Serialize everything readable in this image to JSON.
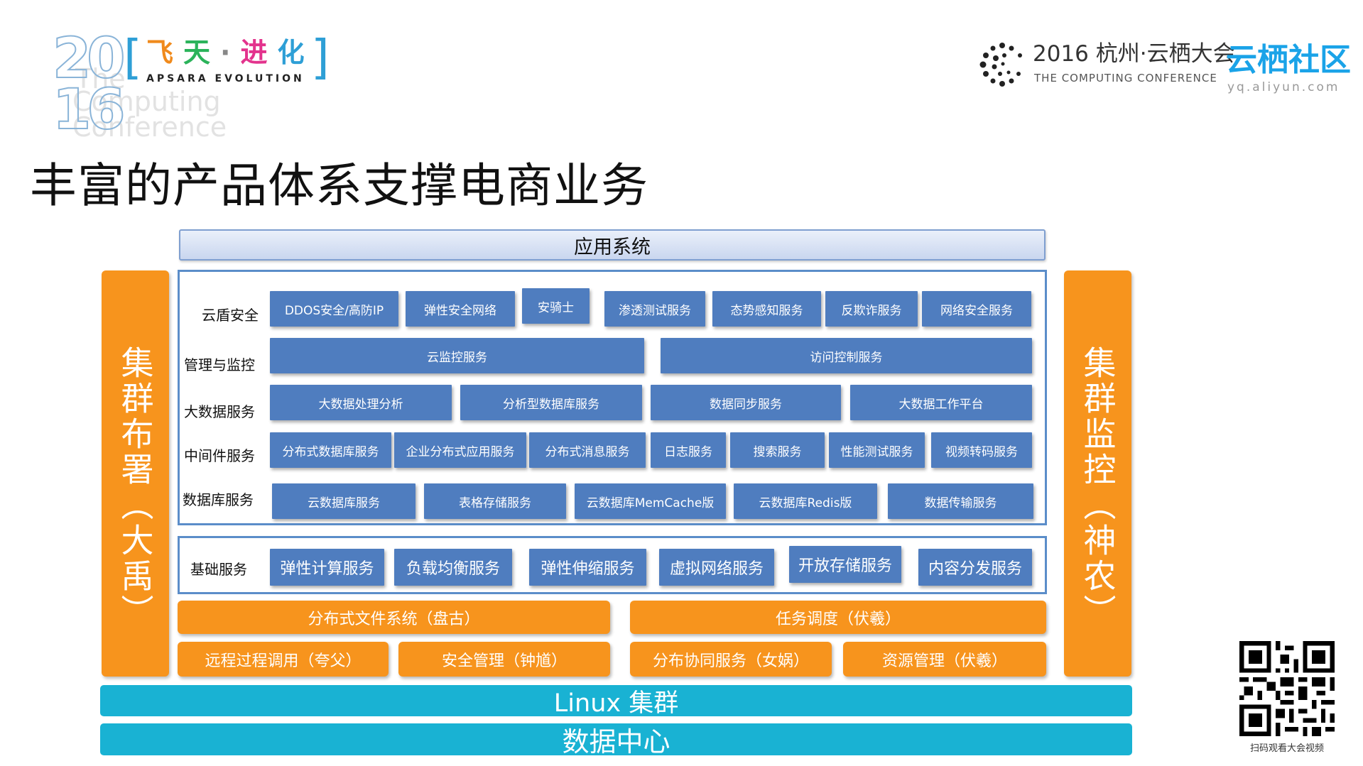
{
  "header": {
    "left_logo": {
      "year_top": "20",
      "year_bottom": "16",
      "ghost_text": [
        "The",
        "Computing",
        "Conference"
      ],
      "slogan_cn": "飞天·进化",
      "slogan_en": "APSARA EVOLUTION",
      "colors": [
        "#f08a1c",
        "#2bb35a",
        "#e3338d",
        "#2e9fd6"
      ]
    },
    "right_logo": {
      "conference_cn": "2016 杭州·云栖大会",
      "conference_en": "THE COMPUTING CONFERENCE",
      "community_cn": "云栖社区",
      "community_url": "yq.aliyun.com"
    }
  },
  "title": "丰富的产品体系支撑电商业务",
  "diagram": {
    "app_layer": "应用系统",
    "left_side": "集群布署（大禹）",
    "right_side": "集群监控（神农）",
    "upper_rows": [
      {
        "label": "云盾安全",
        "items": [
          "DDOS安全/高防IP",
          "弹性安全网络",
          "安骑士",
          "渗透测试服务",
          "态势感知服务",
          "反欺诈服务",
          "网络安全服务"
        ]
      },
      {
        "label": "管理与监控",
        "items": [
          "云监控服务",
          "访问控制服务"
        ]
      },
      {
        "label": "大数据服务",
        "items": [
          "大数据处理分析",
          "分析型数据库服务",
          "数据同步服务",
          "大数据工作平台"
        ]
      },
      {
        "label": "中间件服务",
        "items": [
          "分布式数据库服务",
          "企业分布式应用服务",
          "分布式消息服务",
          "日志服务",
          "搜索服务",
          "性能测试服务",
          "视频转码服务"
        ]
      },
      {
        "label": "数据库服务",
        "items": [
          "云数据库服务",
          "表格存储服务",
          "云数据库MemCache版",
          "云数据库Redis版",
          "数据传输服务"
        ]
      }
    ],
    "base_row": {
      "label": "基础服务",
      "items": [
        "弹性计算服务",
        "负载均衡服务",
        "弹性伸缩服务",
        "虚拟网络服务",
        "开放存储服务",
        "内容分发服务"
      ]
    },
    "kernel": {
      "row1": [
        "分布式文件系统（盘古）",
        "任务调度（伏羲）"
      ],
      "row2": [
        "远程过程调用（夸父）",
        "安全管理（钟馗）",
        "分布协同服务（女娲）",
        "资源管理（伏羲）"
      ]
    },
    "linux_bar": "Linux 集群",
    "dc_bar": "数据中心",
    "colors": {
      "tile_blue": "#4f7dbf",
      "orange": "#f7941d",
      "cyan": "#19b2d3",
      "panel_border": "#5b8dc9"
    }
  },
  "qr": {
    "caption": "扫码观看大会视频"
  }
}
